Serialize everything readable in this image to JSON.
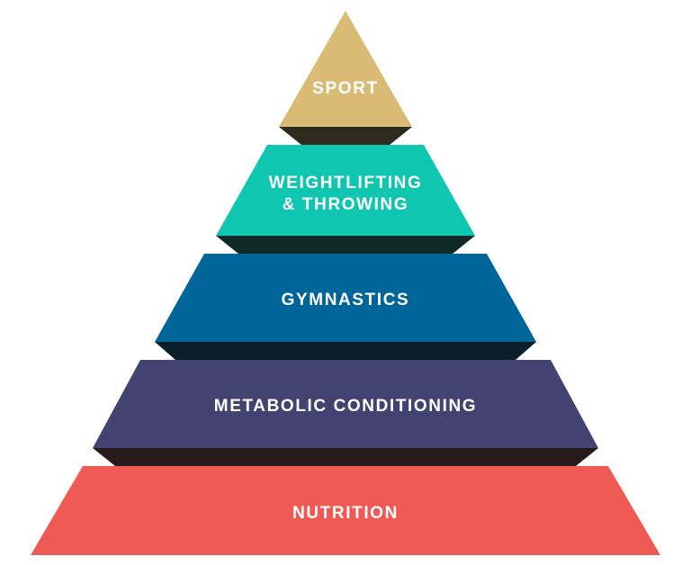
{
  "pyramid": {
    "levels": [
      {
        "label": "SPORT",
        "color": "#d9bb76",
        "shadow": "#2e2a1f"
      },
      {
        "label_line1": "WEIGHTLIFTING",
        "label_line2": "& THROWING",
        "color": "#0fc6b0",
        "shadow": "#0f2a26"
      },
      {
        "label": "GYMNASTICS",
        "color": "#006599",
        "shadow": "#0b1f2b"
      },
      {
        "label": "METABOLIC CONDITIONING",
        "color": "#434372",
        "shadow": "#261a1a"
      },
      {
        "label": "NUTRITION",
        "color": "#f05a55"
      }
    ]
  }
}
